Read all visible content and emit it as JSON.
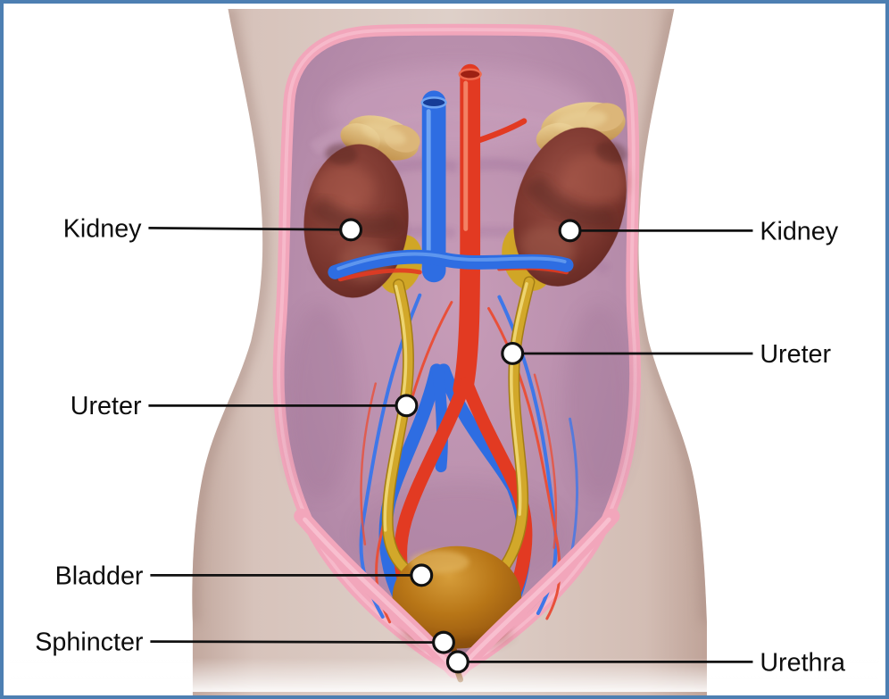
{
  "diagram": {
    "kind": "labeled anatomical illustration",
    "labels_total": 7
  },
  "labels": {
    "kidney_left": "Kidney",
    "kidney_right": "Kidney",
    "ureter_right": "Ureter",
    "ureter_left": "Ureter",
    "bladder": "Bladder",
    "sphincter": "Sphincter",
    "urethra": "Urethra"
  },
  "style": {
    "frame_border_color": "#4d7fb2",
    "background_color": "#ffffff",
    "label_text_color": "#0d0d0d",
    "leader_line_color": "#111111",
    "marker_dot_fill": "#ffffff",
    "marker_dot_stroke": "#111111",
    "skin_color": "#d9c6be",
    "cavity_color": "#b88eac",
    "peritoneum_rim_color": "#f2a6bb",
    "kidney_color": "#6f2f29",
    "adrenal_gland_color": "#d7b170",
    "artery_color": "#e23a22",
    "vein_color": "#2e6de2",
    "ureter_color": "#d2a82a",
    "bladder_color": "#a9661a"
  }
}
